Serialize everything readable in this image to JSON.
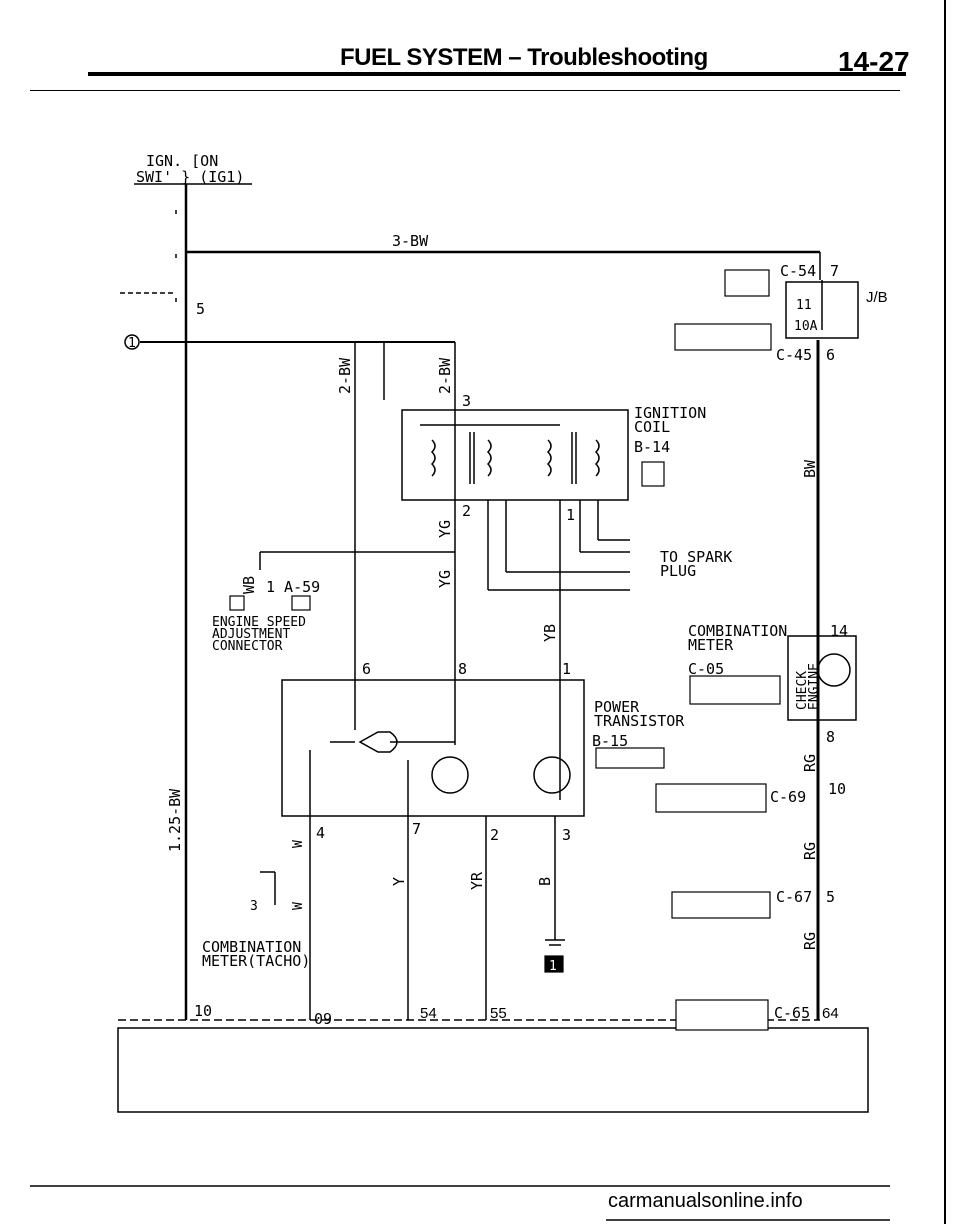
{
  "header": {
    "title": "FUEL SYSTEM – Troubleshooting",
    "page_number": "14-27"
  },
  "diagram": {
    "ign_switch_label_1": "IGN. [ON",
    "ign_switch_label_2": "SWI' } (IG1)",
    "wire_3bw": "3-BW",
    "wire_2bw_a": "2-BW",
    "wire_2bw_b": "2-BW",
    "wire_125bw": "1.25-BW",
    "wire_bw": "BW",
    "wire_yg_a": "YG",
    "wire_yg_b": "YG",
    "wire_yb": "YB",
    "wire_wb": "WB",
    "wire_w_a": "W",
    "wire_w_b": "W",
    "wire_y": "Y",
    "wire_yr": "YR",
    "wire_b": "B",
    "wire_rg_a": "RG",
    "wire_rg_b": "RG",
    "wire_rg_c": "RG",
    "circle_1": "1",
    "num_5": "5",
    "c54": "C-54",
    "c45": "C-45",
    "c69": "C-69",
    "c67": "C-67",
    "c65": "C-65",
    "c05": "C-05",
    "pin_7": "7",
    "pin_6": "6",
    "jb": "J/B",
    "fuse_11": "11",
    "fuse_10a": "10A",
    "pin_3": "3",
    "ignition_coil_1": "IGNITION",
    "ignition_coil_2": "COIL",
    "b14": "B-14",
    "pin_2": "2",
    "pin_1": "1",
    "to_spark_1": "TO SPARK",
    "to_spark_2": "PLUG",
    "a59": "1 A-59",
    "esa_1": "ENGINE SPEED",
    "esa_2": "ADJUSTMENT",
    "esa_3": "CONNECTOR",
    "comb_meter_1": "COMBINATION",
    "comb_meter_2": "METER",
    "pin_14": "14",
    "check_engine_1": "CHECK",
    "check_engine_2": "ENGINE",
    "pt_pin_6": "6",
    "pt_pin_8": "8",
    "pt_pin_1": "1",
    "power_tr_1": "POWER",
    "power_tr_2": "TRANSISTOR",
    "b15": "B-15",
    "pin_8r": "8",
    "pin_10r": "10",
    "pin_5r": "5",
    "pt_pin_4": "4",
    "pt_pin_7": "7",
    "pt_pin_2": "2",
    "pt_pin_3": "3",
    "tacho_pin_3": "3",
    "tacho_1": "COMBINATION",
    "tacho_2": "METER(TACHO)",
    "ecu_10": "10",
    "ecu_09": "09",
    "ecu_54": "54",
    "ecu_55": "55",
    "ecu_64": "64",
    "box_1": "1"
  },
  "footer": {
    "watermark": "carmanualsonline.info"
  }
}
